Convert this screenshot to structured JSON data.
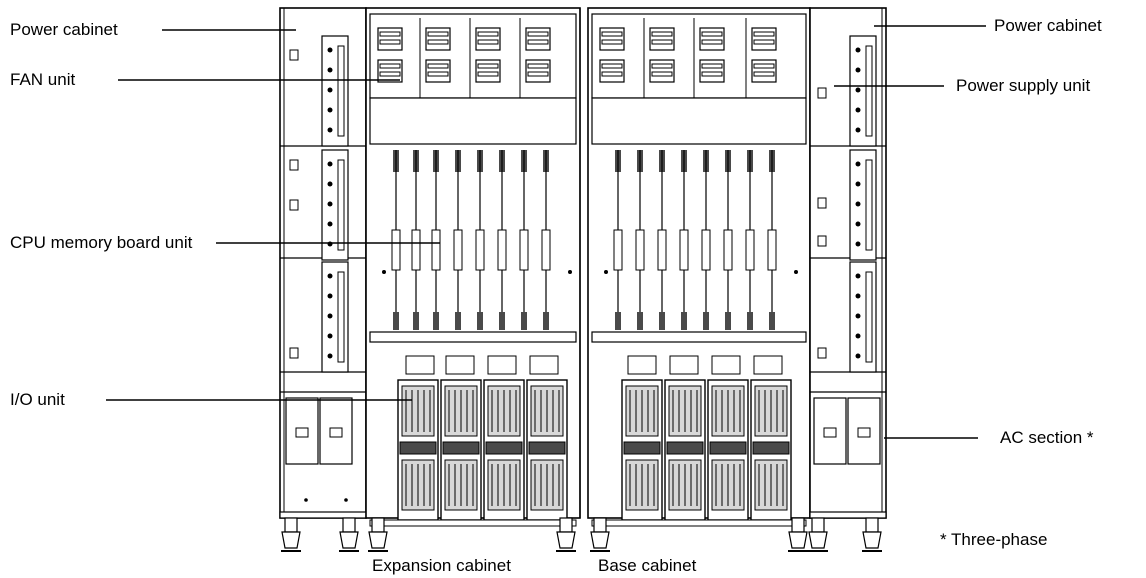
{
  "callouts_left": [
    {
      "id": "power-cabinet-left",
      "text": "Power cabinet"
    },
    {
      "id": "fan-unit",
      "text": "FAN unit"
    },
    {
      "id": "cpu-memory-board-unit",
      "text": "CPU memory board unit"
    },
    {
      "id": "io-unit",
      "text": "I/O unit"
    }
  ],
  "callouts_right": [
    {
      "id": "power-cabinet-right",
      "text": "Power cabinet"
    },
    {
      "id": "power-supply-unit",
      "text": "Power supply unit"
    },
    {
      "id": "ac-section",
      "text": "AC section *"
    }
  ],
  "cabinet_labels": {
    "expansion": "Expansion cabinet",
    "base": "Base cabinet"
  },
  "footnote": "* Three-phase",
  "colors": {
    "line": "#000000",
    "panel_fill": "#ffffff",
    "shade_fill": "#cfcfcf",
    "dark_fill": "#4a4a4a"
  }
}
